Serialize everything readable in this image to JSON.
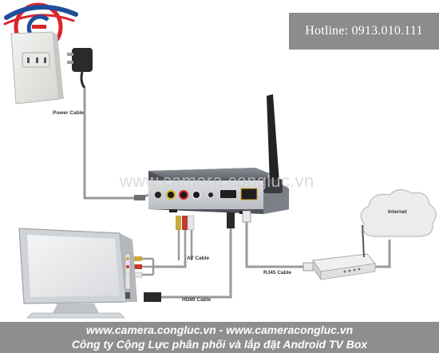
{
  "hotline": "Hotline: 0913.010.111",
  "watermark": "www.camera.congluc.vn",
  "footer": {
    "line1": "www.camera.congluc.vn - www.cameracongluc.vn",
    "line2": "Công ty Cộng Lực phân phối và lắp đặt Android TV Box"
  },
  "labels": {
    "power_cable": "Power Cable",
    "av_cable": "AV Cable",
    "hdmi_cable": "HDMI Cable",
    "rj45_cable": "RJ45 Cable",
    "internet": "Internet"
  },
  "colors": {
    "logo_red": "#d9262c",
    "logo_blue": "#1f4e9c",
    "banner_gray": "#8c8c8c",
    "cable_gray": "#9a9a9a"
  }
}
